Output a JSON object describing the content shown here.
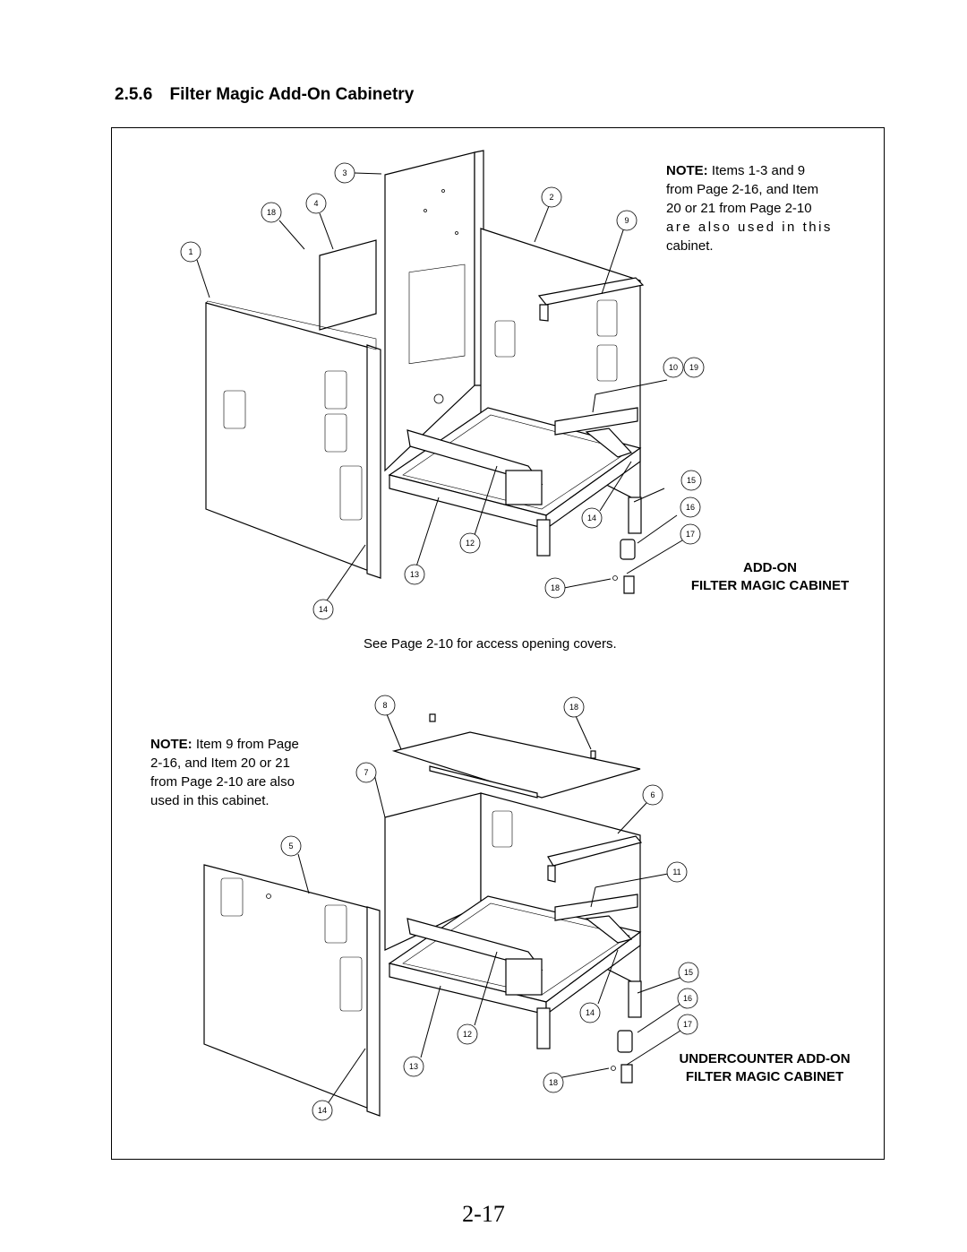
{
  "section": {
    "number": "2.5.6",
    "title": "Filter Magic Add-On Cabinetry"
  },
  "top_note": {
    "lead": "NOTE:",
    "lines": [
      "Items 1-3 and 9",
      "from Page 2-16, and Item",
      "20 or 21 from Page 2-10",
      "are also used in this",
      "cabinet."
    ]
  },
  "bottom_note": {
    "lead": "NOTE:",
    "lines": [
      "Item 9 from Page",
      "2-16, and Item 20 or 21",
      "from Page 2-10 are also",
      "used in this cabinet."
    ]
  },
  "top_cabinet_label": [
    "ADD-ON",
    "FILTER MAGIC CABINET"
  ],
  "bottom_cabinet_label": [
    "UNDERCOUNTER ADD-ON",
    "FILTER MAGIC CABINET"
  ],
  "caption": "See Page 2-10 for access opening covers.",
  "page_number": "2-17",
  "callouts_top": [
    "3",
    "18",
    "4",
    "1",
    "2",
    "9",
    "10",
    "19",
    "15",
    "16",
    "14",
    "17",
    "12",
    "13",
    "18",
    "14"
  ],
  "callouts_bottom": [
    "8",
    "18",
    "7",
    "6",
    "5",
    "11",
    "15",
    "16",
    "14",
    "17",
    "12",
    "13",
    "18",
    "14"
  ]
}
